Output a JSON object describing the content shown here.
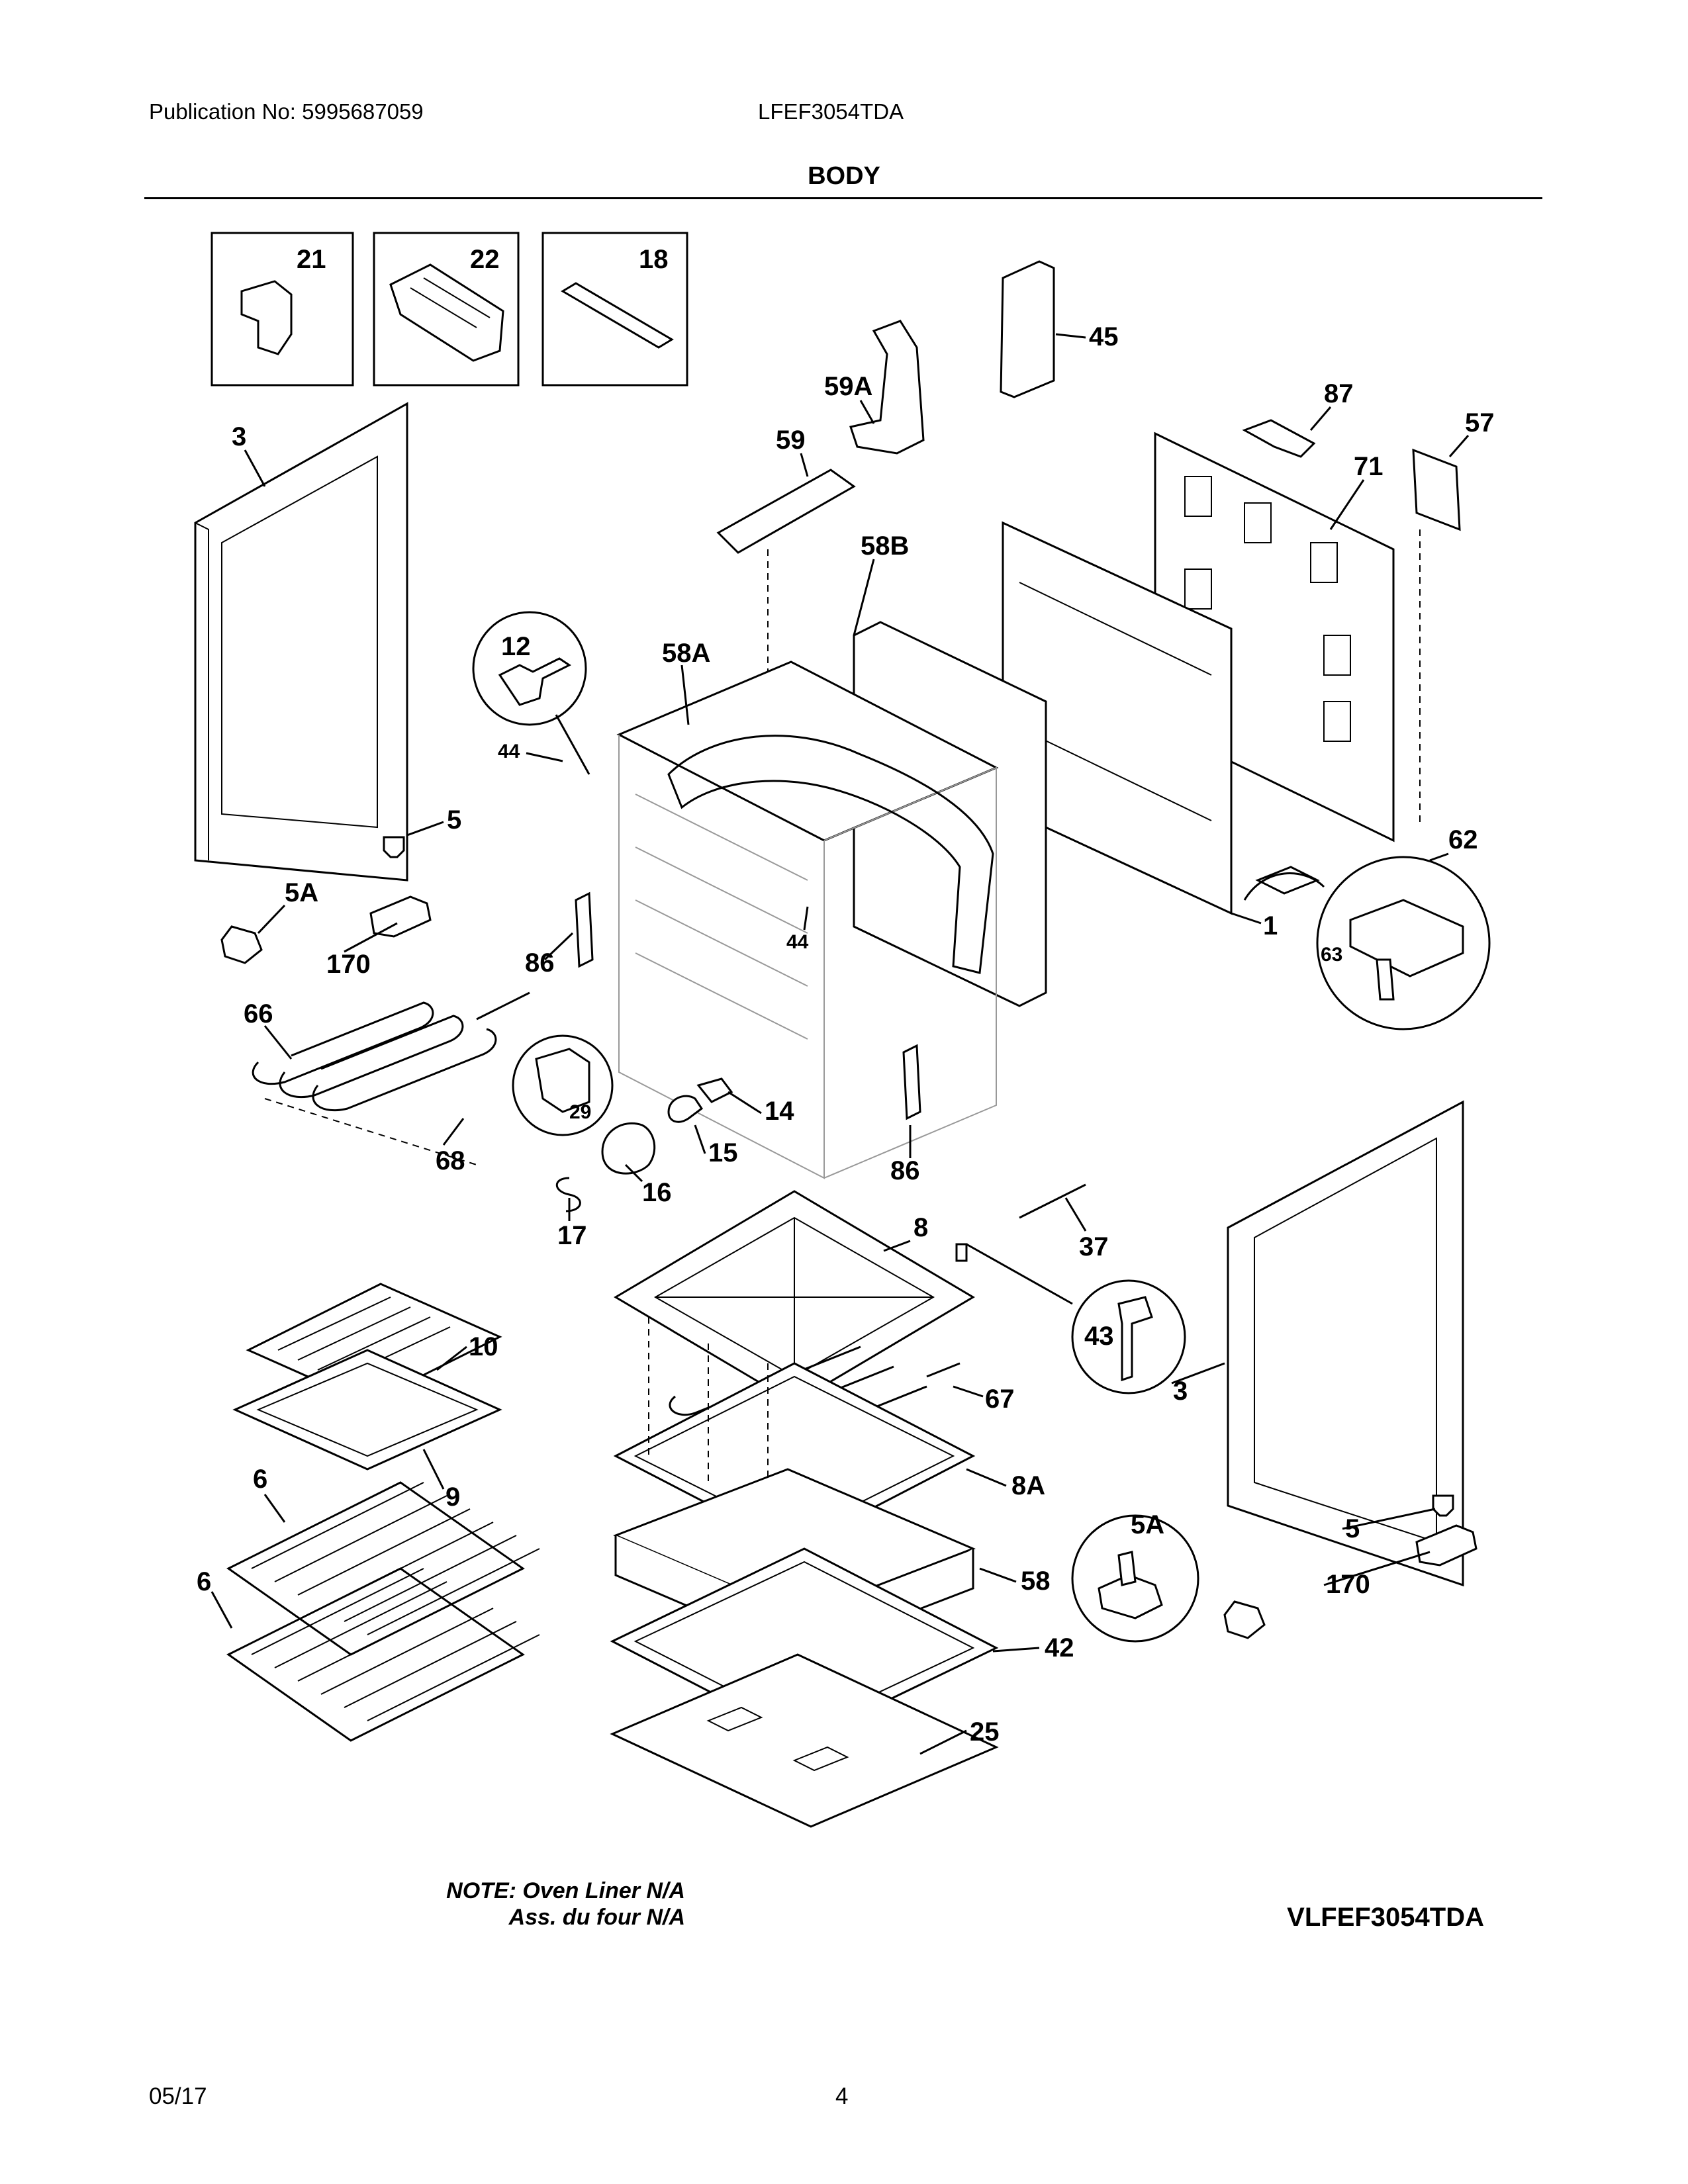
{
  "header": {
    "publication": "Publication No: 5995687059",
    "model": "LFEF3054TDA",
    "section_title": "BODY"
  },
  "diagram": {
    "callouts": {
      "p21": "21",
      "p22": "22",
      "p18": "18",
      "p45": "45",
      "p59A": "59A",
      "p59": "59",
      "p87": "87",
      "p57": "57",
      "p71": "71",
      "p3L": "3",
      "p58B": "58B",
      "p12": "12",
      "p58A": "58A",
      "p44a": "44",
      "p5L": "5",
      "p5AL": "5A",
      "p170L": "170",
      "p86a": "86",
      "p44b": "44",
      "p1": "1",
      "p62": "62",
      "p63": "63",
      "p66": "66",
      "p29": "29",
      "p14": "14",
      "p15": "15",
      "p68": "68",
      "p16": "16",
      "p86b": "86",
      "p17": "17",
      "p8": "8",
      "p37": "37",
      "p10": "10",
      "p43": "43",
      "p3R": "3",
      "p67": "67",
      "p9": "9",
      "p6a": "6",
      "p8A": "8A",
      "p5AR": "5A",
      "p5R": "5",
      "p6b": "6",
      "p58": "58",
      "p170R": "170",
      "p42": "42",
      "p25": "25"
    }
  },
  "notes": {
    "line1": "NOTE: Oven Liner N/A",
    "line2": "Ass. du four N/A"
  },
  "diagram_id": "VLFEF3054TDA",
  "footer": {
    "date": "05/17",
    "page": "4"
  }
}
